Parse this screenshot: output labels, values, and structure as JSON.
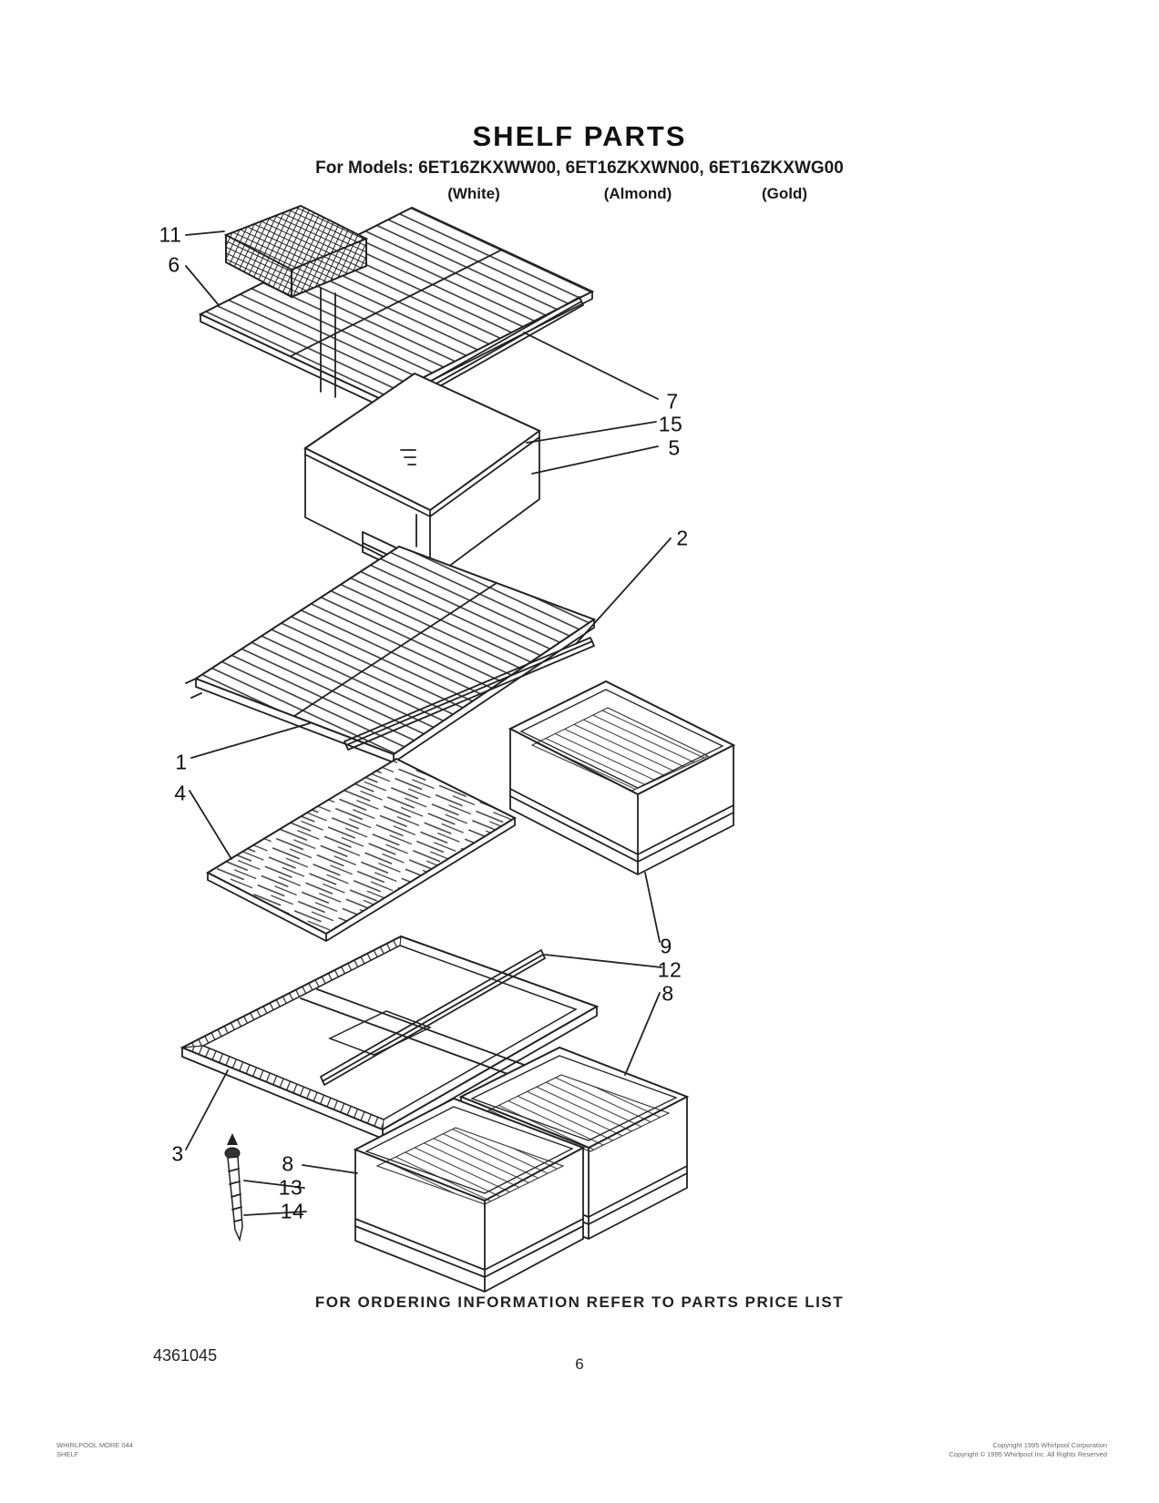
{
  "header": {
    "title": "SHELF PARTS",
    "models_line": "For Models: 6ET16ZKXWW00, 6ET16ZKXWN00, 6ET16ZKXWG00",
    "colors": [
      "(White)",
      "(Almond)",
      "(Gold)"
    ]
  },
  "callouts": [
    {
      "label": "11"
    },
    {
      "label": "6"
    },
    {
      "label": "7"
    },
    {
      "label": "15"
    },
    {
      "label": "5"
    },
    {
      "label": "2"
    },
    {
      "label": "1"
    },
    {
      "label": "4"
    },
    {
      "label": "9"
    },
    {
      "label": "12"
    },
    {
      "label": "8"
    },
    {
      "label": "3"
    },
    {
      "label": "8"
    },
    {
      "label": "13"
    },
    {
      "label": "14"
    }
  ],
  "footer": {
    "ordering_note": "FOR ORDERING INFORMATION REFER TO PARTS PRICE LIST",
    "document_number": "4361045",
    "page_number": "6",
    "fine_print_left_line1": "WHIRLPOOL MORE 044",
    "fine_print_left_line2": "SHELF",
    "fine_print_right_line1": "Copyright 1995 Whirlpool Corporation",
    "fine_print_right_line2": "Copyright © 1995 Whirlpool Inc. All Rights Reserved"
  }
}
